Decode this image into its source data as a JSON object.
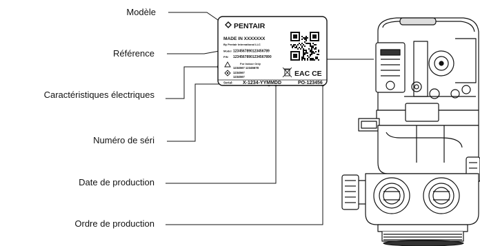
{
  "callouts": [
    {
      "id": "modele",
      "label": "Modèle"
    },
    {
      "id": "reference",
      "label": "Référence"
    },
    {
      "id": "electrique",
      "label": "Caractéristiques électriques"
    },
    {
      "id": "serie",
      "label": "Numéro de séri"
    },
    {
      "id": "date",
      "label": "Date de production"
    },
    {
      "id": "ordre",
      "label": "Ordre de production"
    }
  ],
  "plate": {
    "brand": "PENTAIR",
    "made_in": "MADE IN XXXXXXX",
    "company": "By Pentair International LLC",
    "model_prefix": "Model",
    "model_number": "1234567890123456789",
    "ref_prefix": "P/N",
    "ref_number": "12345678901234567890",
    "indoor": "For Indoor Only",
    "spec_line_1": "1234567  12345678",
    "spec_line_2": "1234567",
    "spec_line_3": "1234567",
    "certifications": "EAC CE",
    "serial_prefix": "Serial:",
    "serial_value": "X-1234-YYMMDD",
    "order_value": "PO-123456"
  }
}
